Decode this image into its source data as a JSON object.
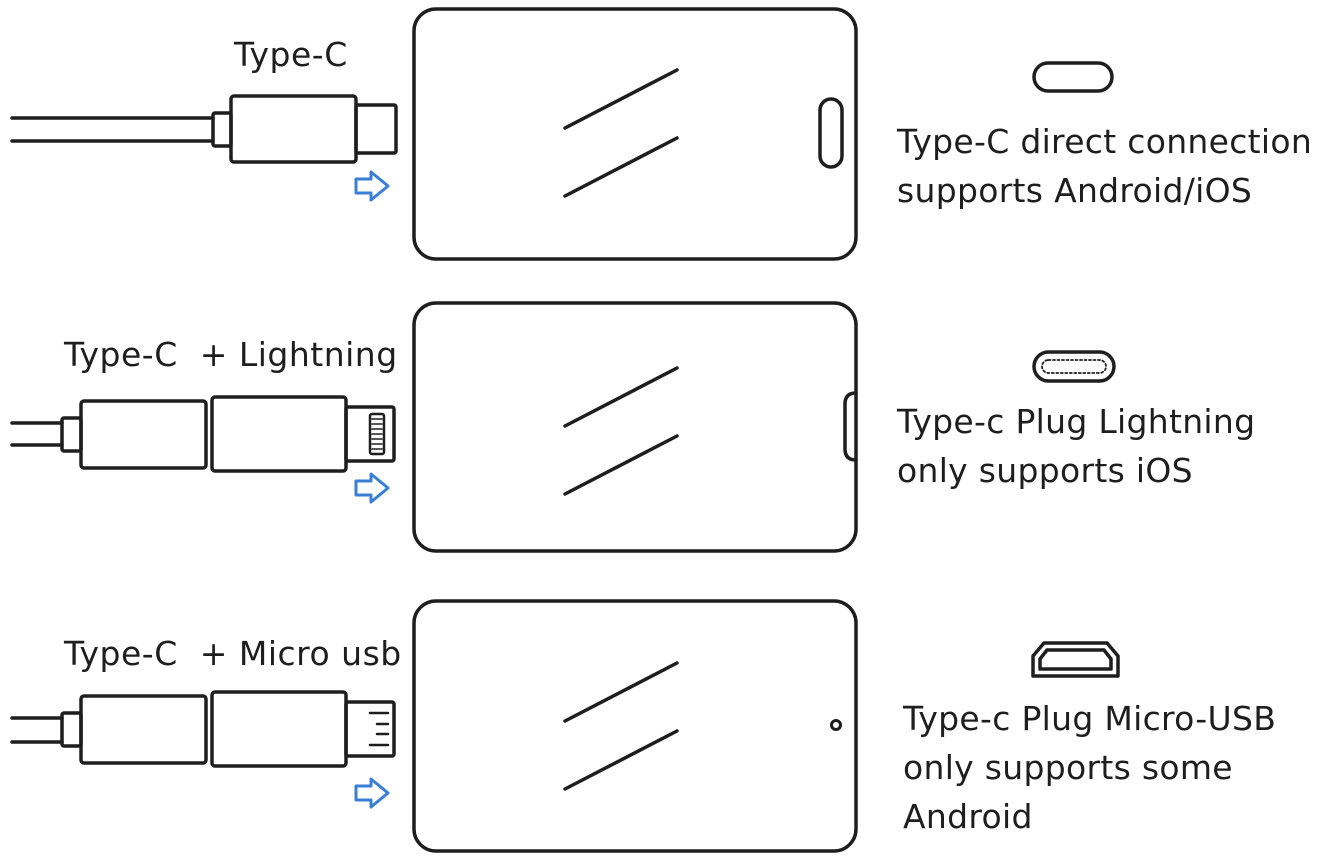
{
  "rows": [
    {
      "cable_label": "Type-C",
      "port_icon": "type-c-port-icon",
      "description_lines": [
        "Type-C direct connection",
        "supports Android/iOS"
      ]
    },
    {
      "cable_label": "Type-C  + Lightning",
      "port_icon": "lightning-port-icon",
      "description_lines": [
        "Type-c Plug Lightning",
        "only supports iOS"
      ]
    },
    {
      "cable_label": "Type-C  + Micro usb",
      "port_icon": "micro-usb-port-icon",
      "description_lines": [
        "Type-c Plug Micro-USB",
        "only supports some",
        "Android"
      ]
    }
  ],
  "colors": {
    "stroke": "#1e1e1e",
    "arrow": "#3a7fd5",
    "background": "#ffffff"
  }
}
